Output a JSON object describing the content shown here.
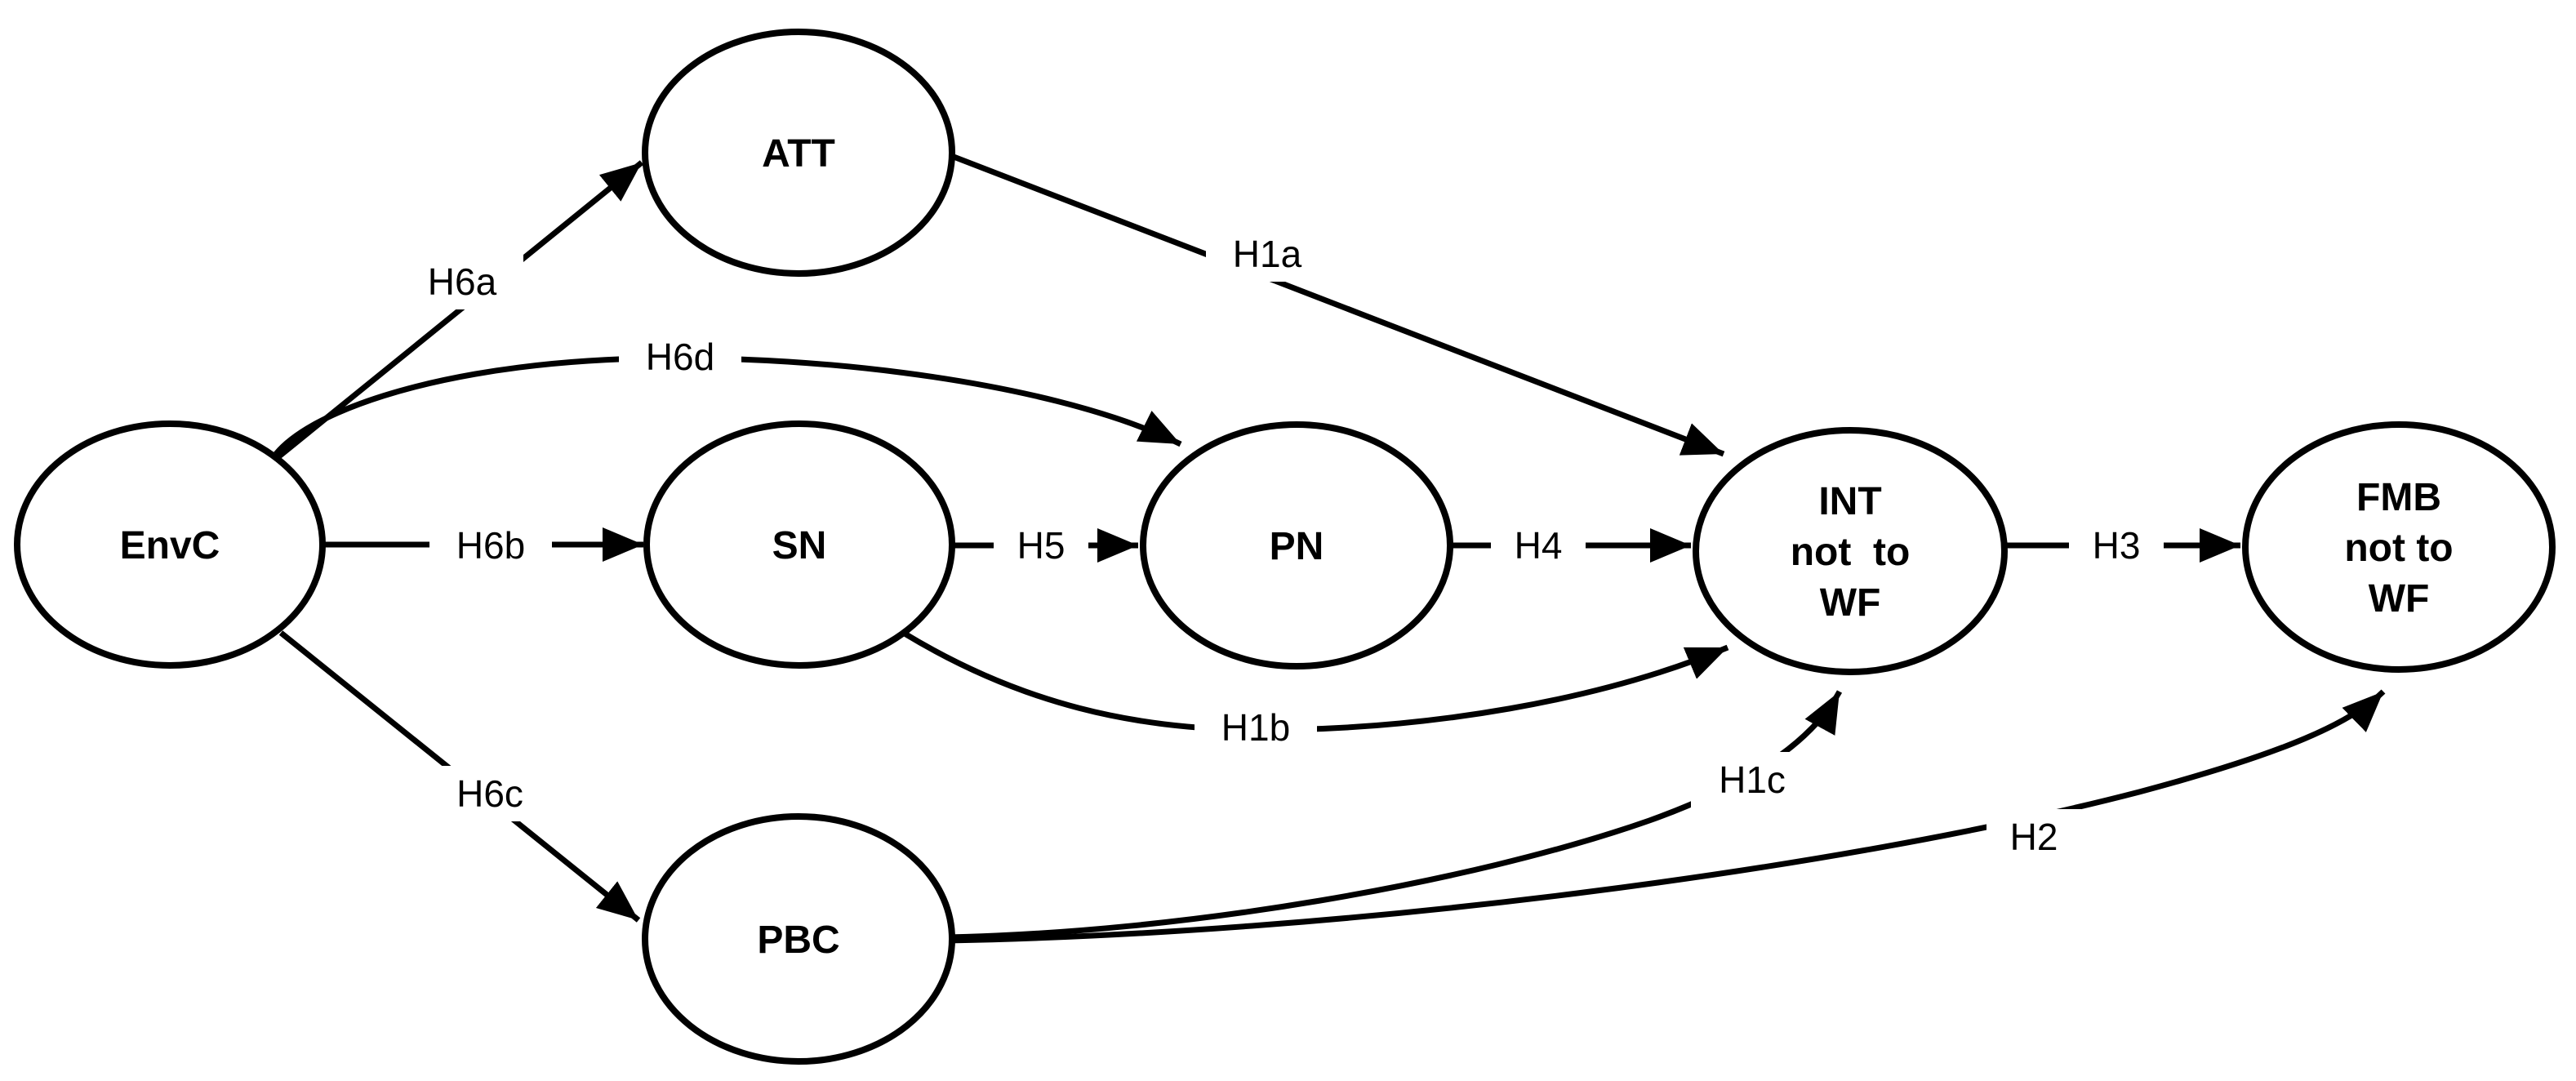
{
  "colors": {
    "background": "#ffffff",
    "line": "#000000",
    "text": "#000000"
  },
  "nodes": {
    "envc": {
      "label": "EnvC"
    },
    "att": {
      "label": "ATT"
    },
    "sn": {
      "label": "SN"
    },
    "pn": {
      "label": "PN"
    },
    "pbc": {
      "label": "PBC"
    },
    "int": {
      "label": "INT not to WF",
      "lines": [
        "INT",
        "not  to",
        "WF"
      ]
    },
    "fmb": {
      "label": "FMB not to WF",
      "lines": [
        "FMB",
        "not to",
        "WF"
      ]
    }
  },
  "edges": {
    "h6a": {
      "label": "H6a",
      "from": "EnvC",
      "to": "ATT"
    },
    "h6b": {
      "label": "H6b",
      "from": "EnvC",
      "to": "SN"
    },
    "h6c": {
      "label": "H6c",
      "from": "EnvC",
      "to": "PBC"
    },
    "h6d": {
      "label": "H6d",
      "from": "EnvC",
      "to": "PN"
    },
    "h1a": {
      "label": "H1a",
      "from": "ATT",
      "to": "INT not to WF"
    },
    "h5": {
      "label": "H5",
      "from": "SN",
      "to": "PN"
    },
    "h1b": {
      "label": "H1b",
      "from": "SN",
      "to": "INT not to WF"
    },
    "h4": {
      "label": "H4",
      "from": "PN",
      "to": "INT not to WF"
    },
    "h1c": {
      "label": "H1c",
      "from": "PBC",
      "to": "INT not to WF"
    },
    "h2": {
      "label": "H2",
      "from": "PBC",
      "to": "FMB not to WF"
    },
    "h3": {
      "label": "H3",
      "from": "INT not to WF",
      "to": "FMB not to WF"
    }
  }
}
